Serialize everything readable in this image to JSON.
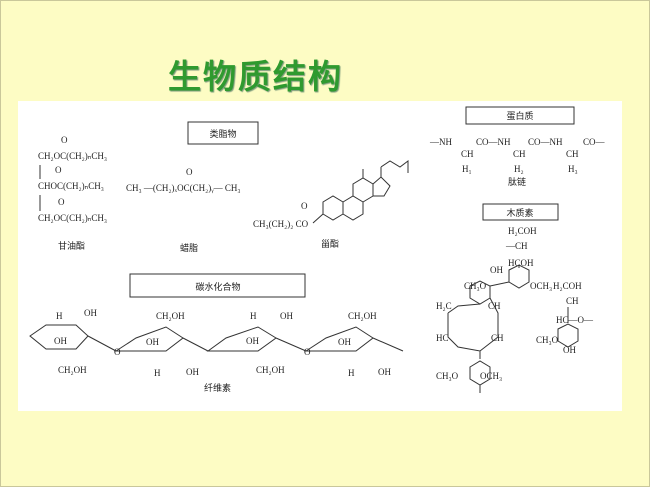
{
  "title": "生物质结构",
  "lipids": {
    "header": "类脂物",
    "glyceride": {
      "lines": [
        "CH₂OC(CH₂)ₙCH₃",
        "CHOC(CH₂)ₙCH₃",
        "CH₂OC(CH₂)ₙCH₃"
      ],
      "oxygen": "O",
      "label": "甘油酯"
    },
    "wax": {
      "formula": "CH₃ —(CH₂)ₓOC(CH₂)ᵧ— CH₃",
      "oxygen": "O",
      "label": "蜡脂"
    },
    "sterol": {
      "formula": "CH₃(CH₂)₂ CO",
      "oxygen": "O",
      "label": "甾酯"
    }
  },
  "protein": {
    "header": "蛋白质",
    "chain": [
      "—NH",
      "CO—NH",
      "CO—NH",
      "CO—"
    ],
    "ch": "CH",
    "residues": [
      "H₁",
      "H₂",
      "H₃"
    ],
    "label": "肽链"
  },
  "lignin": {
    "header": "木质素",
    "top": [
      "H₂COH",
      "—CH",
      "HCOH"
    ],
    "groups": [
      "OH",
      "CH₃O",
      "OCH₃",
      "H₂COH",
      "CH",
      "HC—O—",
      "H₂C",
      "CH",
      "HC",
      "CH",
      "CH₃O",
      "OH",
      "CH₃O",
      "OCH₃"
    ]
  },
  "carbohydrate": {
    "header": "碳水化合物",
    "groups": [
      "H",
      "OH",
      "CH₂OH",
      "OH",
      "H",
      "O"
    ],
    "label": "纤维素"
  }
}
